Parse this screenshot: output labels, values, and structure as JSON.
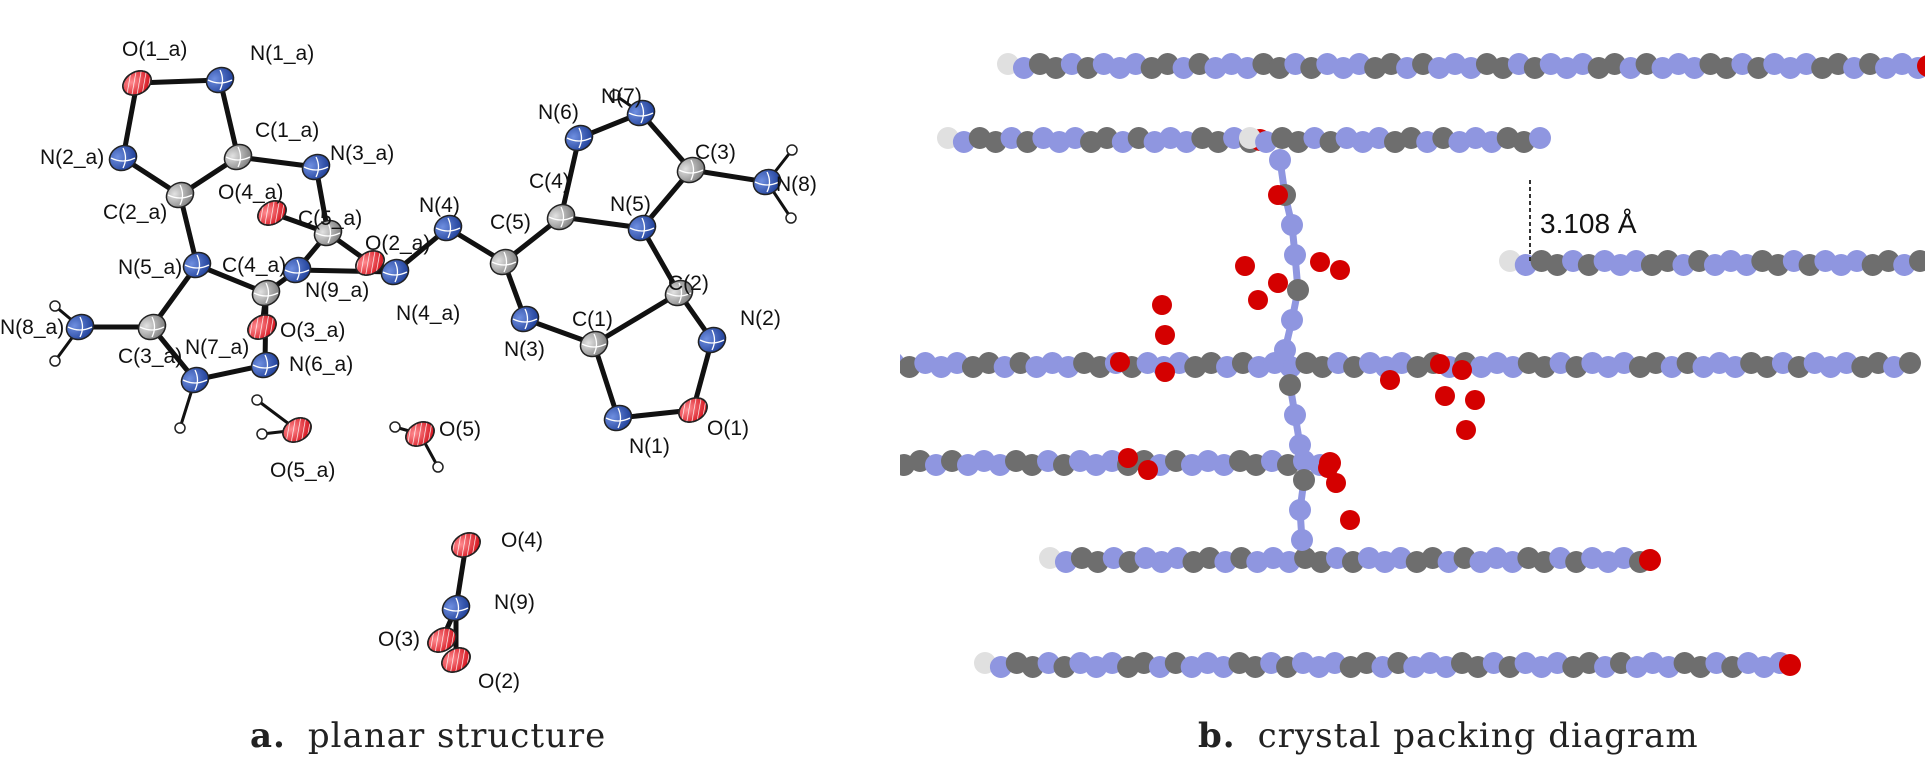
{
  "panels": {
    "a": {
      "letter": "a.",
      "caption": "planar structure",
      "atom_labels": {
        "O1a": "O(1_a)",
        "N1a": "N(1_a)",
        "C1a": "C(1_a)",
        "N2a": "N(2_a)",
        "N3a": "N(3_a)",
        "O4a": "O(4_a)",
        "C5a": "C(5_a)",
        "C2a": "C(2_a)",
        "O2a": "O(2_a)",
        "N4": "N(4)",
        "C5": "C(5)",
        "C4": "C(4)",
        "N6": "N(6)",
        "N7": "N(7)",
        "C3": "C(3)",
        "N8": "N(8)",
        "N5": "N(5)",
        "N5a": "N(5_a)",
        "C4a": "C(4_a)",
        "N9a": "N(9_a)",
        "N4a": "N(4_a)",
        "C2": "C(2)",
        "N8a": "N(8_a)",
        "O3a": "O(3_a)",
        "C3a": "C(3_a)",
        "N7a": "N(7_a)",
        "N6a": "N(6_a)",
        "C1": "C(1)",
        "N2": "N(2)",
        "N3": "N(3)",
        "O5": "O(5)",
        "O1": "O(1)",
        "O5a": "O(5_a)",
        "N1": "N(1)",
        "O4": "O(4)",
        "N9": "N(9)",
        "O3": "O(3)",
        "O2": "O(2)"
      }
    },
    "b": {
      "letter": "b.",
      "caption": "crystal packing diagram",
      "distance_label": "3.108 Å"
    }
  },
  "colors": {
    "oxygen": "#e8202a",
    "nitrogen_a": "#1f4aa8",
    "carbon_a": "#9a9a9a",
    "hydrogen": "#ffffff",
    "nitrogen_b": "#8f96e0",
    "carbon_b": "#6e6e6e",
    "oxygen_b": "#d40000",
    "hydrogen_b": "#e0e0e0",
    "bond": "#111111"
  }
}
